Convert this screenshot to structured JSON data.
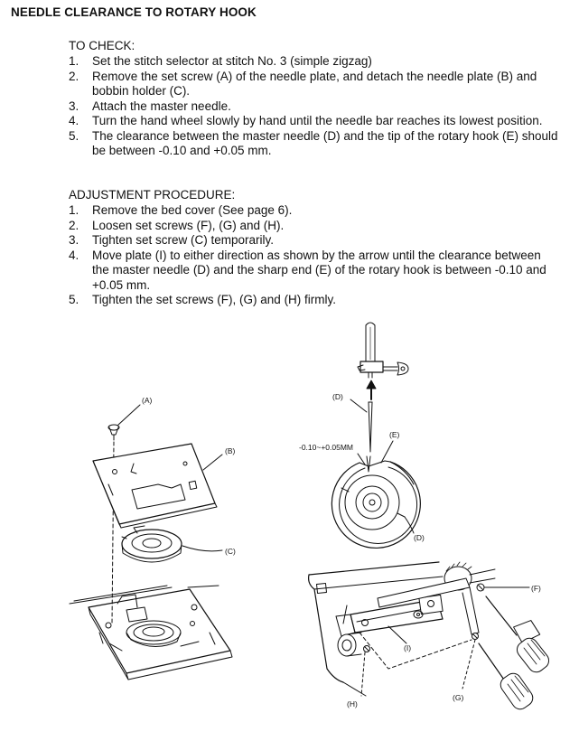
{
  "title": "NEEDLE CLEARANCE TO ROTARY HOOK",
  "check": {
    "heading": "TO CHECK:",
    "steps": [
      {
        "num": "1.",
        "text": "Set the stitch selector at stitch No. 3 (simple zigzag)"
      },
      {
        "num": "2.",
        "text": "Remove the set screw (A) of the needle plate, and detach the needle plate (B) and bobbin holder (C)."
      },
      {
        "num": "3.",
        "text": "Attach the master needle."
      },
      {
        "num": "4.",
        "text": "Turn the hand wheel slowly by hand until the needle bar reaches its lowest position."
      },
      {
        "num": "5.",
        "text": "The clearance between the master needle (D) and the tip of the rotary hook (E) should be between -0.10 and +0.05 mm."
      }
    ]
  },
  "adjust": {
    "heading": "ADJUSTMENT PROCEDURE:",
    "steps": [
      {
        "num": "1.",
        "text": "Remove the bed cover (See page 6)."
      },
      {
        "num": "2.",
        "text": "Loosen set screws (F), (G) and (H)."
      },
      {
        "num": "3.",
        "text": "Tighten set screw (C) temporarily."
      },
      {
        "num": "4.",
        "text": "Move plate (I) to either direction as shown by the arrow until the clearance between the master needle (D) and the sharp end (E) of the rotary hook is between -0.10 and +0.05 mm."
      },
      {
        "num": "5.",
        "text": "Tighten the set screws (F), (G) and (H) firmly."
      }
    ]
  },
  "figure_labels": {
    "a": "(A)",
    "b": "(B)",
    "c": "(C)",
    "d_top": "(D)",
    "e": "(E)",
    "clearance": "-0.10~+0.05MM",
    "d_bottom": "(D)",
    "f": "(F)",
    "i": "(I)",
    "h": "(H)",
    "g": "(G)"
  }
}
